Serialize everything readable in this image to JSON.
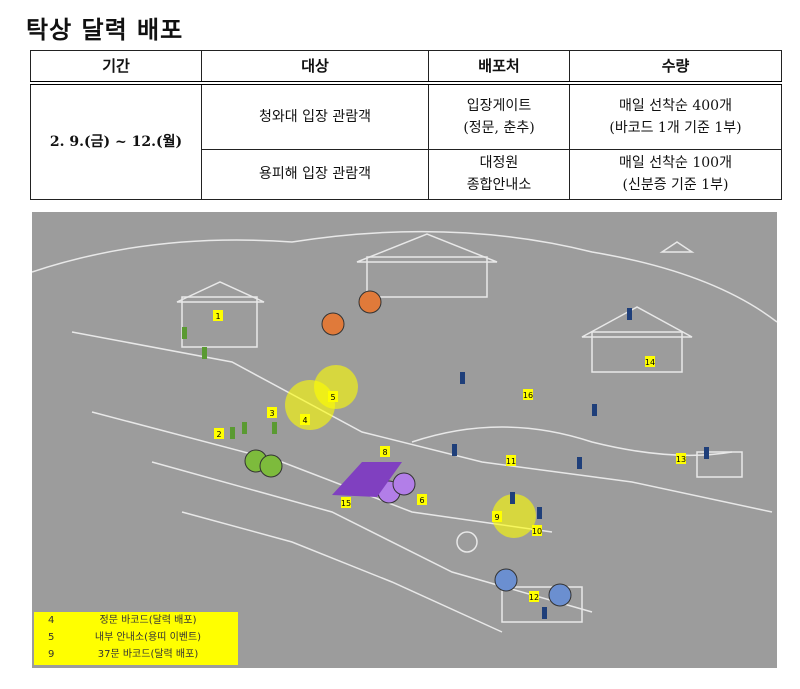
{
  "title": "탁상 달력 배포",
  "table": {
    "headers": [
      "기간",
      "대상",
      "배포처",
      "수량"
    ],
    "period": "2. 9.(금) ~ 12.(월)",
    "rows": [
      {
        "target": "청와대 입장 관람객",
        "place1": "입장게이트",
        "place2": "(정문, 춘추)",
        "qty1": "매일 선착순 400개",
        "qty2": "(바코드 1개 기준 1부)"
      },
      {
        "target": "용피해 입장 관람객",
        "place1": "대정원",
        "place2": "종합안내소",
        "qty1": "매일 선착순 100개",
        "qty2": "(신분증 기준 1부)"
      }
    ]
  },
  "map": {
    "labels": [
      "1",
      "2",
      "3",
      "4",
      "5",
      "6",
      "8",
      "9",
      "10",
      "11",
      "12",
      "13",
      "14",
      "15",
      "16"
    ],
    "legend": [
      {
        "num": "4",
        "text": "정문 바코드(달력 배포)"
      },
      {
        "num": "5",
        "text": "내부 안내소(용띠 이벤트)"
      },
      {
        "num": "9",
        "text": "37문 바코드(달력 배포)"
      }
    ],
    "colors": {
      "yellow": "#ffff00",
      "orange": "#e07a3a",
      "green": "#7dbb3c",
      "purple": "#a060d8",
      "blue": "#1f3f7a"
    }
  }
}
